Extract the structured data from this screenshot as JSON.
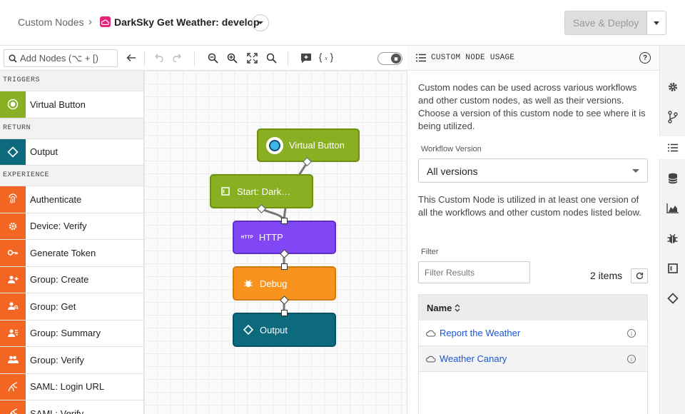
{
  "header": {
    "breadcrumb_root": "Custom Nodes",
    "breadcrumb_sep": "›",
    "title": "DarkSky Get Weather: develop",
    "save_label": "Save & Deploy"
  },
  "toolbar": {
    "search_placeholder": "Add Nodes (⌥ + [)"
  },
  "palette": {
    "categories": [
      {
        "label": "TRIGGERS",
        "items": [
          {
            "label": "Virtual Button",
            "icon": "radio-target-icon",
            "color": "#89b022"
          }
        ]
      },
      {
        "label": "RETURN",
        "items": [
          {
            "label": "Output",
            "icon": "diamond-icon",
            "color": "#0d6a7d"
          }
        ]
      },
      {
        "label": "EXPERIENCE",
        "items": [
          {
            "label": "Authenticate",
            "icon": "fingerprint-icon",
            "color": "#f26522"
          },
          {
            "label": "Device: Verify",
            "icon": "device-gear-icon",
            "color": "#f26522"
          },
          {
            "label": "Generate Token",
            "icon": "key-icon",
            "color": "#f26522"
          },
          {
            "label": "Group: Create",
            "icon": "users-add-icon",
            "color": "#f26522"
          },
          {
            "label": "Group: Get",
            "icon": "users-search-icon",
            "color": "#f26522"
          },
          {
            "label": "Group: Summary",
            "icon": "users-list-icon",
            "color": "#f26522"
          },
          {
            "label": "Group: Verify",
            "icon": "users-check-icon",
            "color": "#f26522"
          },
          {
            "label": "SAML: Login URL",
            "icon": "saml-icon",
            "color": "#f26522"
          },
          {
            "label": "SAML: Verify",
            "icon": "saml-icon",
            "color": "#f26522"
          }
        ]
      }
    ]
  },
  "canvas": {
    "nodes": [
      {
        "id": "virtual-button",
        "label": "Virtual Button",
        "color": "#89b022",
        "icon": "radio-target-icon"
      },
      {
        "id": "start",
        "label": "Start: Dark…",
        "color": "#89b022",
        "icon": "start-square-icon"
      },
      {
        "id": "http",
        "label": "HTTP",
        "color": "#7b3ff2",
        "icon": "http-icon",
        "icon_text": "HTTP"
      },
      {
        "id": "debug",
        "label": "Debug",
        "color": "#f7931e",
        "icon": "bug-icon"
      },
      {
        "id": "output",
        "label": "Output",
        "color": "#0d6a7d",
        "icon": "diamond-icon"
      }
    ]
  },
  "panel": {
    "title": "CUSTOM NODE USAGE",
    "help": "?",
    "description": "Custom nodes can be used across various workflows and other custom nodes, as well as their versions. Choose a version of this custom node to see where it is being utilized.",
    "workflow_version_label": "Workflow Version",
    "workflow_version_value": "All versions",
    "utilized_text": "This Custom Node is utilized in at least one version of all the workflows and other custom nodes listed below.",
    "filter_label": "Filter",
    "filter_placeholder": "Filter Results",
    "items_count": "2 items",
    "table": {
      "column": "Name",
      "rows": [
        {
          "name": "Report the Weather"
        },
        {
          "name": "Weather Canary"
        }
      ]
    }
  },
  "right_sidebar": {
    "icons": [
      "gear-icon",
      "branch-icon",
      "list-icon",
      "database-icon",
      "area-chart-icon",
      "bug-icon",
      "square-icon",
      "diamond-icon"
    ],
    "active": "list-icon"
  },
  "colors": {
    "trigger": "#89b022",
    "experience": "#f26522",
    "output": "#0d6a7d",
    "http": "#7b3ff2",
    "debug": "#f7931e",
    "link": "#1a55d6"
  }
}
